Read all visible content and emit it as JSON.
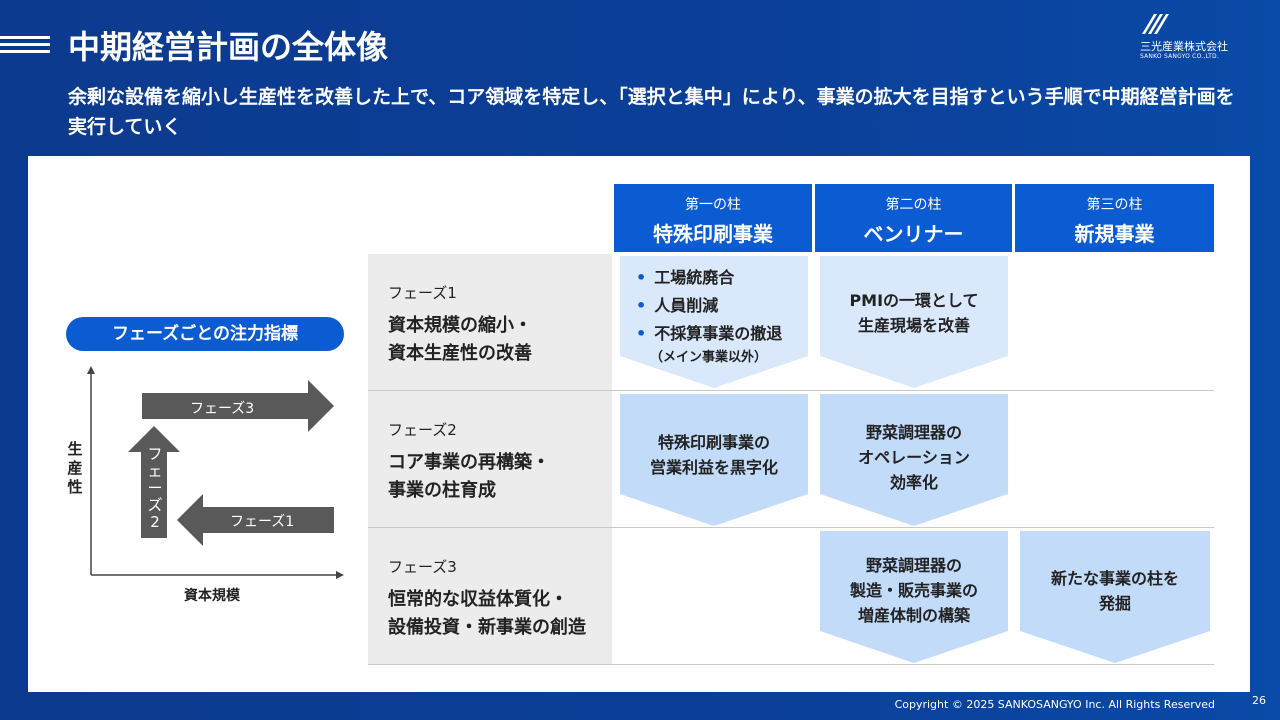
{
  "header": {
    "title": "中期経営計画の全体像",
    "subtitle": "余剰な設備を縮小し生産性を改善した上で、コア領域を特定し、「選択と集中」により、事業の拡大を目指すという手順で中期経営計画を実行していく"
  },
  "logo": {
    "name_jp": "三光産業株式会社",
    "name_en": "SANKO SANGYO CO.,LTD."
  },
  "indicator": {
    "pill_label": "フェーズごとの注力指標",
    "y_axis_label": "生産性",
    "x_axis_label": "資本規模",
    "arrow_phase1": "フェーズ1",
    "arrow_phase2": "フェーズ2",
    "arrow_phase3": "フェーズ3"
  },
  "columns": [
    {
      "small": "第一の柱",
      "big": "特殊印刷事業"
    },
    {
      "small": "第二の柱",
      "big": "ベンリナー"
    },
    {
      "small": "第三の柱",
      "big": "新規事業"
    }
  ],
  "phases": [
    {
      "name": "フェーズ1",
      "title_line1": "資本規模の縮小・",
      "title_line2": "資本生産性の改善"
    },
    {
      "name": "フェーズ2",
      "title_line1": "コア事業の再構築・",
      "title_line2": "事業の柱育成"
    },
    {
      "name": "フェーズ3",
      "title_line1": "恒常的な収益体質化・",
      "title_line2": "設備投資・新事業の創造"
    }
  ],
  "cells": {
    "p1_c1_bullets": [
      "工場統廃合",
      "人員削減",
      "不採算事業の撤退"
    ],
    "p1_c1_note": "（メイン事業以外）",
    "p1_c2_line1": "PMIの一環として",
    "p1_c2_line2": "生産現場を改善",
    "p2_c1_line1": "特殊印刷事業の",
    "p2_c1_line2": "営業利益を黒字化",
    "p2_c2_line1": "野菜調理器の",
    "p2_c2_line2": "オペレーション",
    "p2_c2_line3": "効率化",
    "p3_c2_line1": "野菜調理器の",
    "p3_c2_line2": "製造・販売事業の",
    "p3_c2_line3": "増産体制の構築",
    "p3_c3_line1": "新たな事業の柱を",
    "p3_c3_line2": "発掘"
  },
  "footer": {
    "copyright": "Copyright © 2025  SANKOSANGYO Inc. All Rights Reserved",
    "page_number": "26"
  },
  "colors": {
    "background": "#0b3f98",
    "accent_blue": "#0b5bd2",
    "chevron_light": "#d9e8fb",
    "chevron_mid": "#c2dbf9",
    "arrow_gray": "#595959",
    "phase_bg": "#ececec"
  }
}
